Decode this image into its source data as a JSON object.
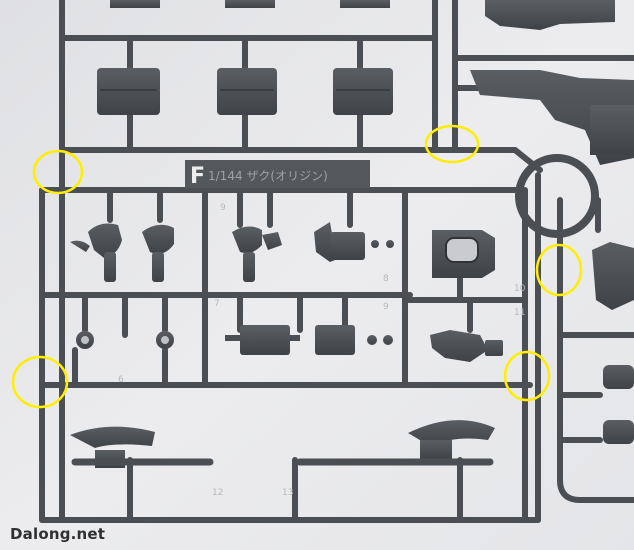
{
  "photo": {
    "subject": "plastic model kit runner sprue",
    "plastic_color": "#4b4e52",
    "background_color": "#e9eaec",
    "highlight_color": "#ffee00"
  },
  "runner_tag": {
    "letter": "F",
    "text": "1/144 ザク(オリジン)"
  },
  "part_numbers": [
    "10",
    "9",
    "8",
    "7",
    "9",
    "11",
    "6",
    "12",
    "13"
  ],
  "watermark": "Dalong.net"
}
